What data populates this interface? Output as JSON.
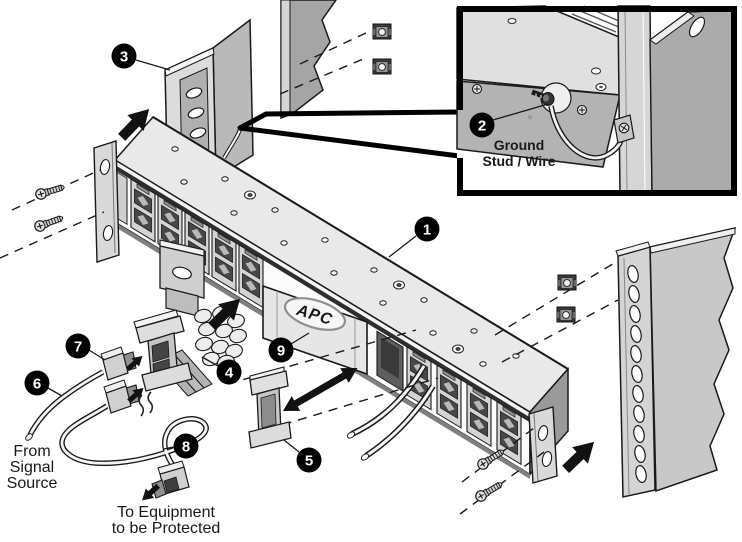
{
  "figure": {
    "type": "hardware-installation-diagram",
    "brand_label": "APC",
    "callouts": {
      "c1": "1",
      "c2": "2",
      "c3": "3",
      "c4": "4",
      "c5": "5",
      "c6": "6",
      "c7": "7",
      "c8": "8",
      "c9": "9"
    },
    "labels": {
      "ground_line1": "Ground",
      "ground_line2": "Stud / Wire",
      "source_line1": "From",
      "source_line2": "Signal",
      "source_line3": "Source",
      "equipment_line1": "To Equipment",
      "equipment_line2": "to be Protected"
    },
    "colors": {
      "ink": "#1a1a1a",
      "background": "#ffffff",
      "chassis_light": "#e9e9e9",
      "chassis_mid": "#c9c9c9",
      "chassis_dark": "#9a9a9a"
    }
  }
}
